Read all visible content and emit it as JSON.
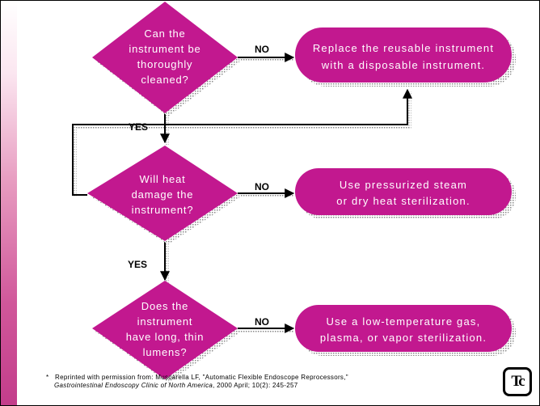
{
  "decisions": [
    {
      "lines": [
        "Can the",
        "instrument be",
        "thoroughly",
        "cleaned?"
      ]
    },
    {
      "lines": [
        "Will heat",
        "damage the",
        "instrument?"
      ]
    },
    {
      "lines": [
        "Does the",
        "instrument",
        "have long, thin",
        "lumens?"
      ]
    }
  ],
  "outcomes": [
    {
      "lines": [
        "Replace the reusable instrument",
        "with a disposable instrument."
      ]
    },
    {
      "lines": [
        "Use pressurized steam",
        "or dry heat sterilization."
      ]
    },
    {
      "lines": [
        "Use a low-temperature gas,",
        "plasma, or vapor sterilization."
      ]
    }
  ],
  "edge_labels": {
    "no": "NO",
    "yes": "YES"
  },
  "citation": {
    "marker": "*",
    "line1": "Reprinted with permission from: Muscarella LF, \"Automatic Flexible Endoscope Reprocessors,\"",
    "source": "Gastrointestinal Endoscopy Clinic of North America",
    "line2_rest": ", 2000 April; 10(2): 245-257"
  },
  "logo": {
    "text": "Tc"
  },
  "colors": {
    "node_fill": "#c2188f",
    "shadow": "#9a9a9a",
    "arrow": "#000000",
    "left_bar_gradient": [
      "#ffffff",
      "#c33d8b"
    ]
  }
}
